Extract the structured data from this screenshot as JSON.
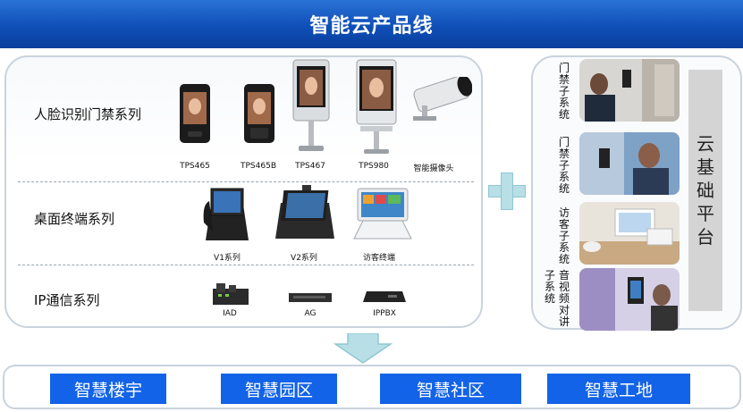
{
  "title": "智能云产品线",
  "rows": [
    {
      "label": "人脸识别门禁系列"
    },
    {
      "label": "桌面终端系列"
    },
    {
      "label": "IP通信系列"
    }
  ],
  "face_devices": [
    "TPS465",
    "TPS465B",
    "TPS467",
    "TPS980",
    "智能摄像头"
  ],
  "desktop_devices": [
    "V1系列",
    "V2系列",
    "访客终端"
  ],
  "ip_devices": [
    "IAD",
    "AG",
    "IPPBX"
  ],
  "subsystems": [
    "门禁子系统",
    "门禁子系统",
    "访客子系统",
    "音视频对讲子系统"
  ],
  "cloud_platform": [
    "云",
    "基",
    "础",
    "平",
    "台"
  ],
  "scenarios": [
    "智慧楼宇",
    "智慧园区",
    "智慧社区",
    "智慧工地"
  ],
  "colors": {
    "banner": "#0f4fb8",
    "scenario": "#1363e8",
    "cloud": "#d4d4d4",
    "plus": "#b8dfe6"
  }
}
